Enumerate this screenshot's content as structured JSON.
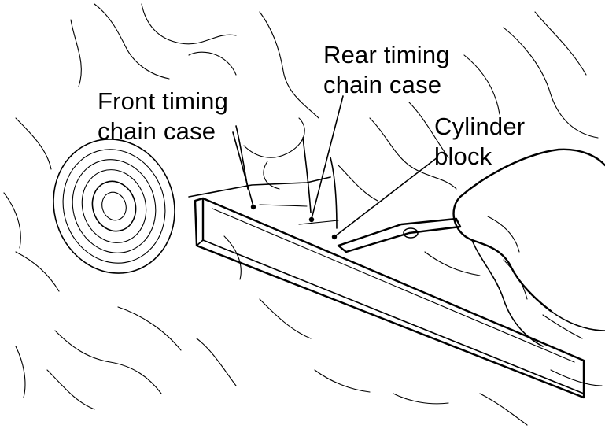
{
  "labels": {
    "front_timing_chain_case": [
      "Front timing",
      "chain case"
    ],
    "rear_timing_chain_case": [
      "Rear timing",
      "chain case"
    ],
    "cylinder_block": [
      "Cylinder",
      "block"
    ]
  },
  "colors": {
    "ink": "#000000",
    "background": "#ffffff"
  }
}
